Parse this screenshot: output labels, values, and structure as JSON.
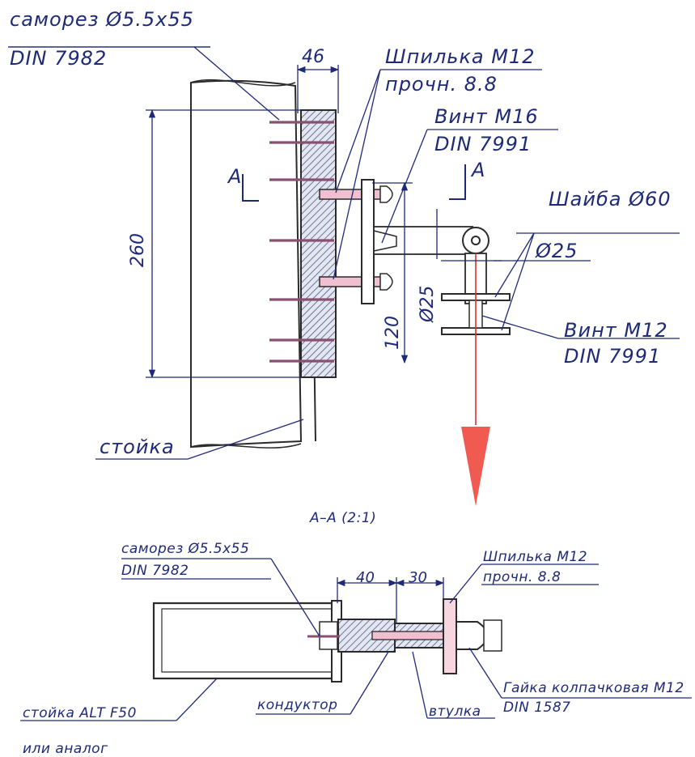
{
  "colors": {
    "ink": "#1e2a78",
    "outline": "#2b2b2b",
    "hatch": "#4a5a8c",
    "arrow": "#f05a50",
    "arrow_line": "#e03030",
    "screw": "#c06080"
  },
  "top_view": {
    "labels": {
      "samorez": "саморез Ø5.5x55",
      "samorez_din": "DIN 7982",
      "shpilka": "Шпилька М12",
      "shpilka_grade": "прочн. 8.8",
      "vint_m16": "Винт М16",
      "vint_m16_din": "DIN 7991",
      "shaiba": "Шайба Ø60",
      "d25_horizontal": "Ø25",
      "vint_m12": "Винт М12",
      "vint_m12_din": "DIN 7991",
      "stoika": "стойка",
      "section_a_left": "A",
      "section_a_right": "A"
    },
    "dimensions": {
      "width_46": "46",
      "height_260": "260",
      "height_120": "120",
      "d25_vertical": "Ø25"
    }
  },
  "section_view": {
    "title": "A–A (2:1)",
    "labels": {
      "samorez": "саморез Ø5.5x55",
      "samorez_din": "DIN 7982",
      "shpilka": "Шпилька М12",
      "shpilka_grade": "прочн. 8.8",
      "gaika": "Гайка колпачковая М12",
      "gaika_din": "DIN 1587",
      "stoika_alt": "стойка ALT F50",
      "ili_analog": "или аналог",
      "konduktor": "кондуктор",
      "vtulka": "втулка"
    },
    "dimensions": {
      "d40": "40",
      "d30": "30"
    }
  }
}
